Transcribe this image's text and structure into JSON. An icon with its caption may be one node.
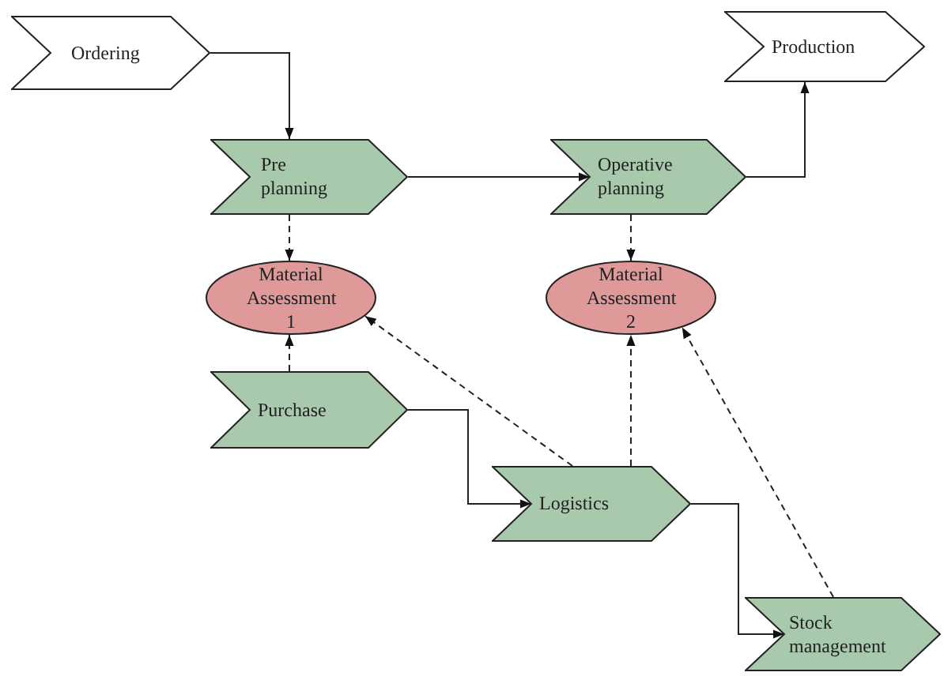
{
  "diagram": {
    "nodes": [
      {
        "text": [
          "Ordering"
        ]
      },
      {
        "text": [
          "Pre planning"
        ]
      },
      {
        "text": [
          "Operative planning"
        ]
      },
      {
        "text": [
          "Production"
        ]
      },
      {
        "text": [
          "Material Assessment 1"
        ]
      },
      {
        "text": [
          "Material Assessment 2"
        ]
      },
      {
        "text": [
          "Purchase"
        ]
      },
      {
        "text": [
          "Logistics"
        ]
      },
      {
        "text": [
          "Stock management"
        ]
      }
    ],
    "edges": [
      {
        "from": 0,
        "to": 1,
        "arrow": "to"
      },
      {
        "from": 1,
        "to": 2,
        "arrow": "to"
      },
      {
        "from": 2,
        "to": 3,
        "arrow": "to"
      },
      {
        "from": 1,
        "to": 4,
        "arrow": "to",
        "style": "dashed"
      },
      {
        "from": 6,
        "to": 4,
        "arrow": "to",
        "style": "dashed"
      },
      {
        "from": 7,
        "to": 4,
        "arrow": "to",
        "style": "dashed"
      },
      {
        "from": 2,
        "to": 5,
        "arrow": "to",
        "style": "dashed"
      },
      {
        "from": 7,
        "to": 5,
        "arrow": "to",
        "style": "dashed"
      },
      {
        "from": 8,
        "to": 5,
        "arrow": "to",
        "style": "dashed"
      },
      {
        "from": 6,
        "to": 7,
        "arrow": "to"
      },
      {
        "from": 7,
        "to": 8,
        "arrow": "to"
      }
    ]
  }
}
